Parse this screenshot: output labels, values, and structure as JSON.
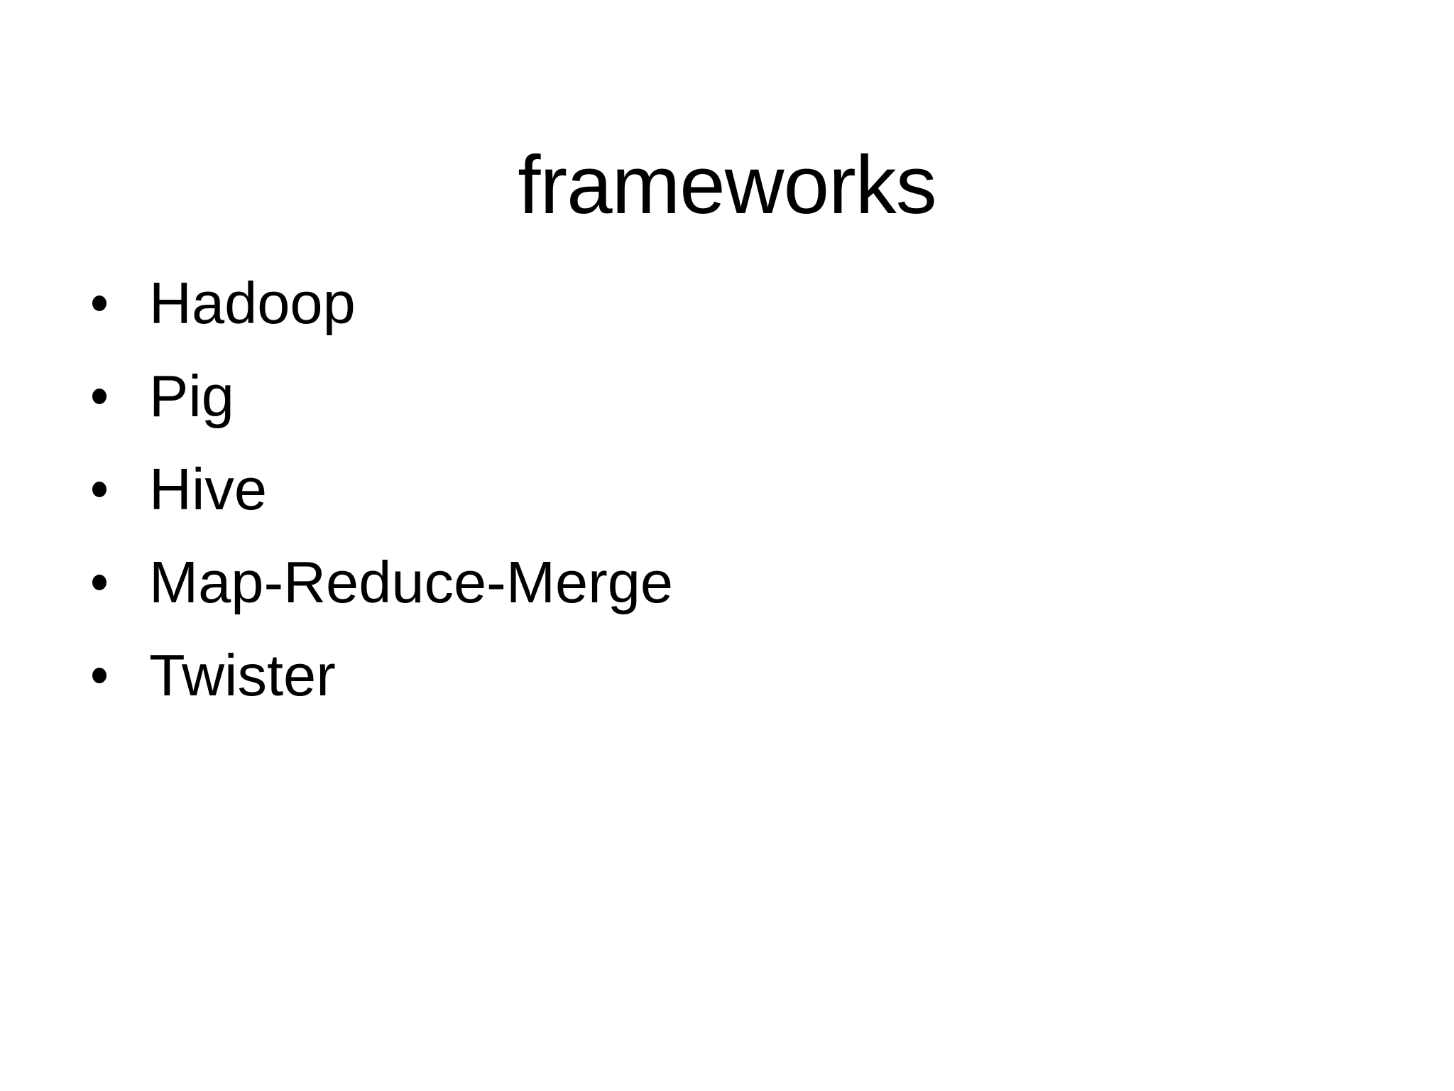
{
  "slide": {
    "title": "frameworks",
    "bullets": [
      "Hadoop",
      "Pig",
      "Hive",
      "Map-Reduce-Merge",
      "Twister"
    ]
  },
  "colors": {
    "background": "#ffffff",
    "text": "#000000"
  }
}
